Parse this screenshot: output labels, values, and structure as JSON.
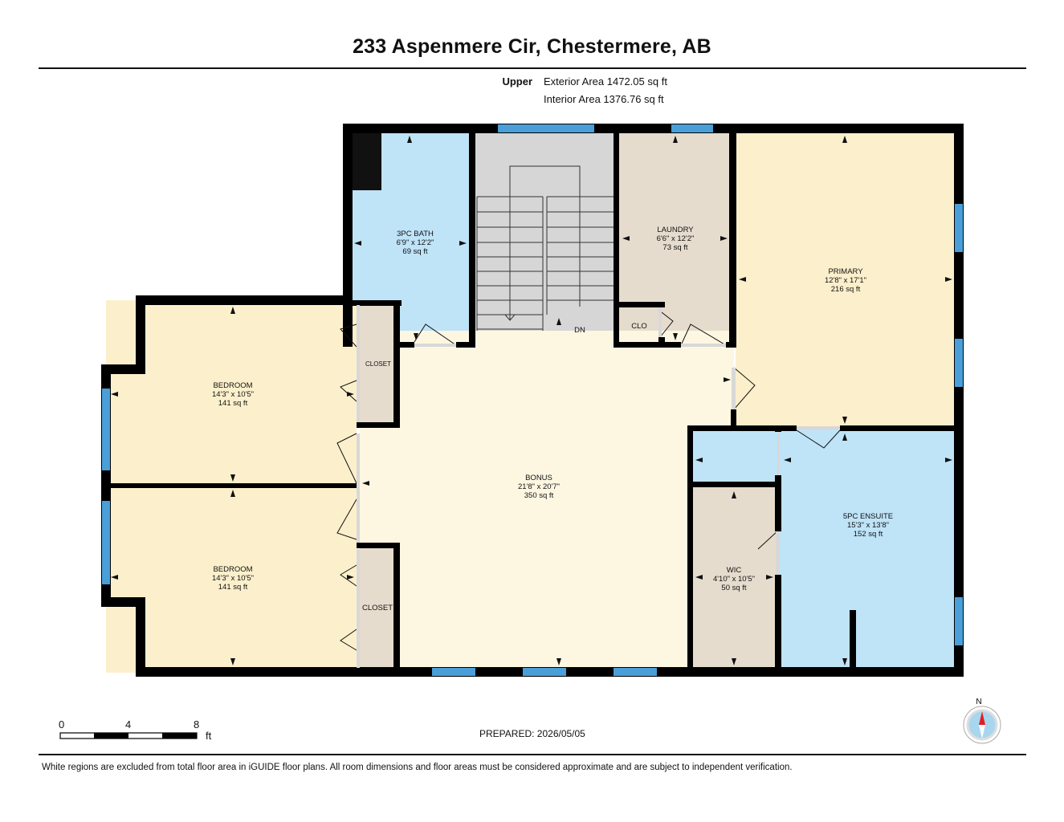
{
  "header": {
    "title": "233 Aspenmere Cir, Chestermere, AB"
  },
  "areas": {
    "level": "Upper",
    "exterior": "Exterior Area 1472.05 sq ft",
    "interior": "Interior Area 1376.76 sq ft"
  },
  "rooms": {
    "bath3pc": {
      "name": "3PC BATH",
      "dims": "6'9\" x 12'2\"",
      "area": "69 sq ft"
    },
    "laundry": {
      "name": "LAUNDRY",
      "dims": "6'6\" x 12'2\"",
      "area": "73 sq ft"
    },
    "primary": {
      "name": "PRIMARY",
      "dims": "12'8\" x 17'1\"",
      "area": "216 sq ft"
    },
    "bedroom_upper": {
      "name": "BEDROOM",
      "dims": "14'3\" x 10'5\"",
      "area": "141 sq ft"
    },
    "bedroom_lower": {
      "name": "BEDROOM",
      "dims": "14'3\" x 10'5\"",
      "area": "141 sq ft"
    },
    "bonus": {
      "name": "BONUS",
      "dims": "21'8\" x 20'7\"",
      "area": "350 sq ft"
    },
    "ensuite": {
      "name": "5PC ENSUITE",
      "dims": "15'3\" x 13'8\"",
      "area": "152 sq ft"
    },
    "wic": {
      "name": "WIC",
      "dims": "4'10\" x 10'5\"",
      "area": "50 sq ft"
    }
  },
  "labels": {
    "stairs": "DN",
    "clo": "CLO",
    "closet_upper": "CLOSET",
    "closet_lower": "CLOSET"
  },
  "scale": {
    "ticks": [
      "0",
      "4",
      "8"
    ],
    "unit": "ft"
  },
  "compass": {
    "north": "N"
  },
  "footer": {
    "prepared": "PREPARED: 2026/05/05",
    "disclaimer": "White regions are excluded from total floor area in iGUIDE floor plans. All room dimensions and floor areas must be considered approximate and are subject to independent verification."
  },
  "colors": {
    "wall": "#000000",
    "window": "#4a9fd8",
    "bath": "#bfe3f7",
    "laundry": "#e6dccd",
    "bedroom": "#fcf0cc",
    "bonus": "#fdf7e2",
    "stairs": "#d4d4d4",
    "compass_needle": "#e02020"
  }
}
